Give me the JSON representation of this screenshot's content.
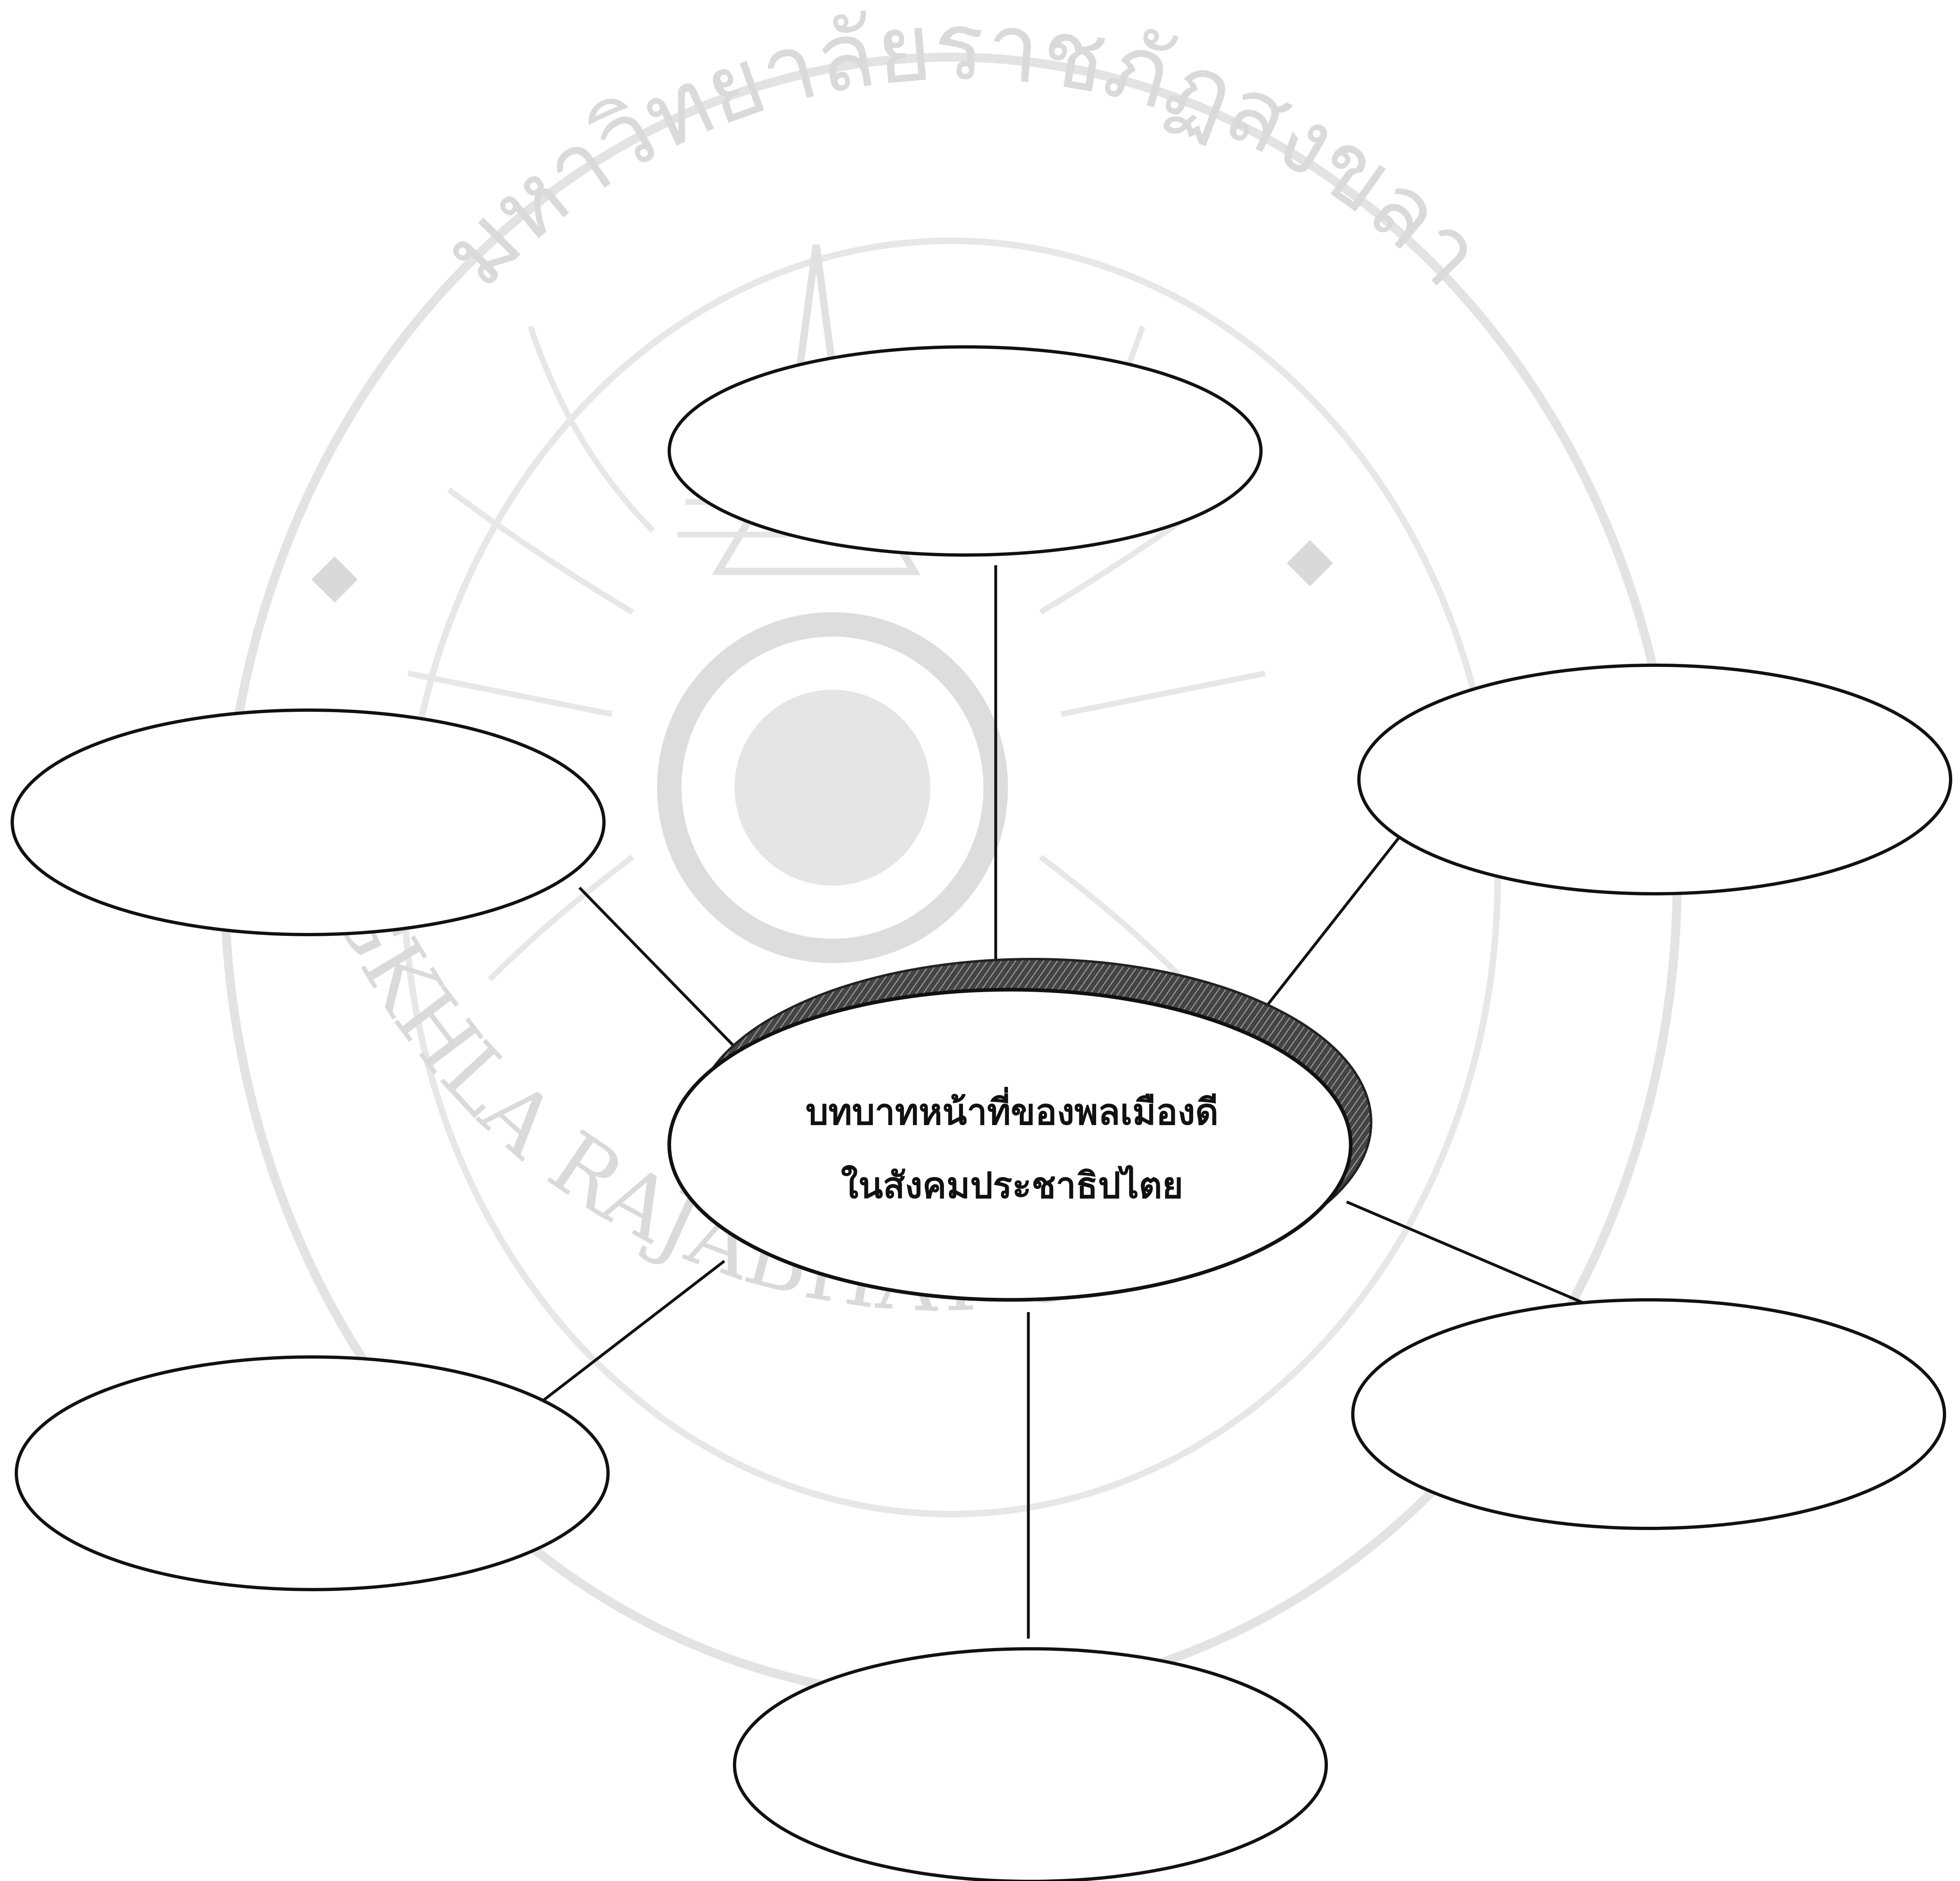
{
  "watermark": {
    "top_arc_text": "มหาวิทยาลัยราชภัฏสงขลา",
    "bottom_arc_text": "SONGKHLA RAJABHAT UNIVERSITY",
    "color": "#d9d9d9"
  },
  "diagram": {
    "center_node": {
      "line1": "บทบาทหน้าที่ของพลเมืองดี",
      "line2": "ในสังคมประชาธิปไตย"
    },
    "outer_nodes": [
      {
        "label": ""
      },
      {
        "label": ""
      },
      {
        "label": ""
      },
      {
        "label": ""
      },
      {
        "label": ""
      },
      {
        "label": ""
      }
    ],
    "line_color": "#111111",
    "shadow_color": "#555555"
  }
}
